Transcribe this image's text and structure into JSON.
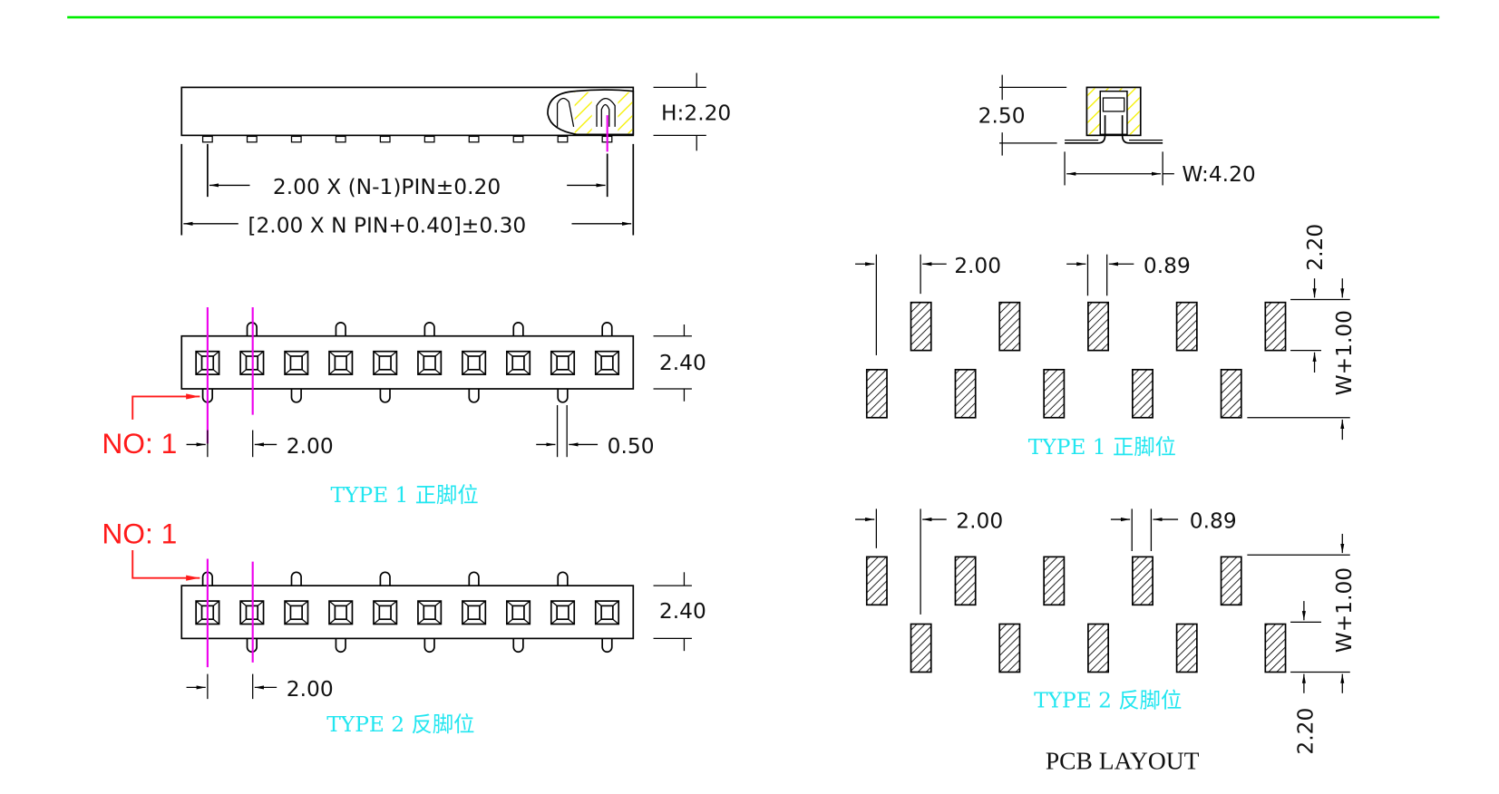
{
  "header": {
    "rule_color": "#00ee00"
  },
  "side_view": {
    "height_label": "H:2.20",
    "pitch_span_label": "2.00 X (N-1)PIN±0.20",
    "total_length_label": "[2.00 X N PIN+0.40]±0.30"
  },
  "end_view": {
    "height_label": "2.50",
    "width_label": "W:4.20"
  },
  "type1_top": {
    "height_label": "2.40",
    "pin1_label": "NO: 1",
    "pitch_label": "2.00",
    "pin_width_label": "0.50",
    "caption": "TYPE 1 正脚位",
    "positions": 10
  },
  "type2_top": {
    "height_label": "2.40",
    "pin1_label": "NO: 1",
    "pitch_label": "2.00",
    "caption": "TYPE 2 反脚位",
    "positions": 10
  },
  "pcb_type1": {
    "pitch_label": "2.00",
    "pad_width_label": "0.89",
    "pad_length_label": "2.20",
    "row_span_label": "W+1.00",
    "caption": "TYPE 1 正脚位"
  },
  "pcb_type2": {
    "pitch_label": "2.00",
    "pad_width_label": "0.89",
    "pad_length_label": "2.20",
    "row_span_label": "W+1.00",
    "caption": "TYPE 2 反脚位"
  },
  "pcb_title": "PCB LAYOUT",
  "colors": {
    "annotation_cyan": "#22e6f0",
    "pin1_red": "#ff1a1a",
    "centerline_magenta": "#ee00ee",
    "insulator_hatch_yellow": "#f5f000"
  }
}
